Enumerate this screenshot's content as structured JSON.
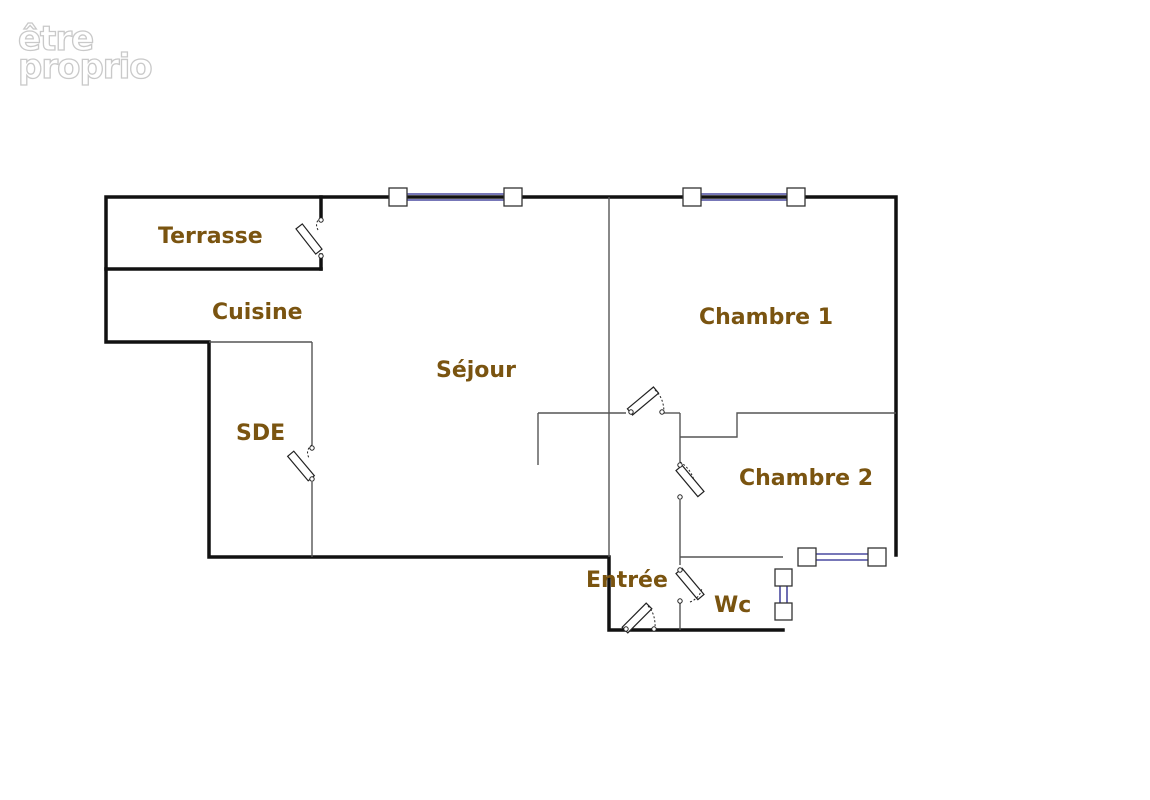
{
  "watermark": {
    "line1": "être",
    "line2": "proprio"
  },
  "rooms": {
    "terrasse": "Terrasse",
    "cuisine": "Cuisine",
    "sde": "SDE",
    "sejour": "Séjour",
    "chambre1": "Chambre 1",
    "chambre2": "Chambre 2",
    "entree": "Entrée",
    "wc": "Wc"
  },
  "colors": {
    "label": "#7a5410",
    "wall": "#111111",
    "window": "#4a4aa0"
  }
}
